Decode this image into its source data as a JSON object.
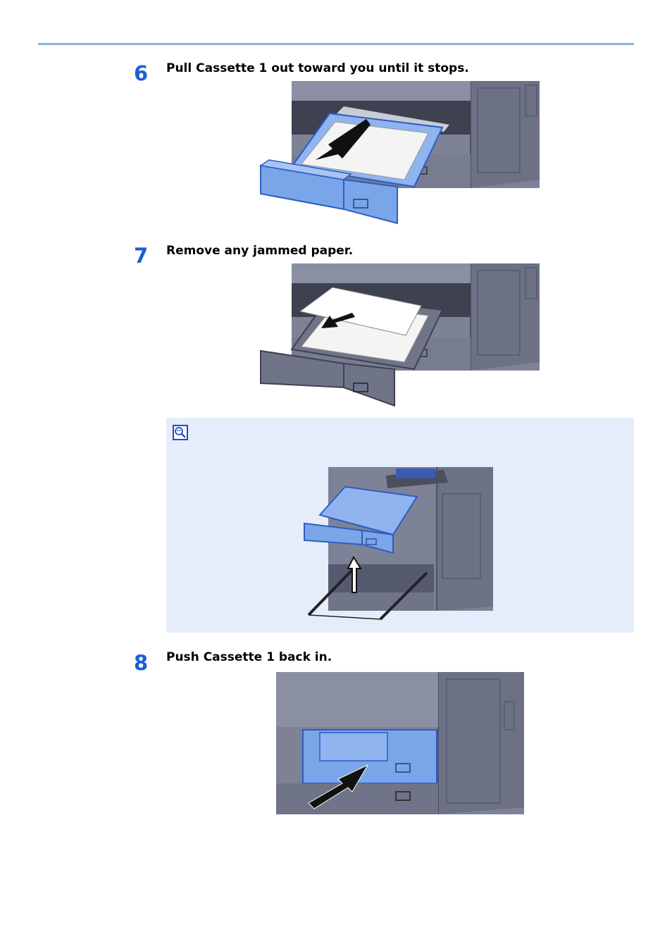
{
  "steps": [
    {
      "number": "6",
      "text": "Pull Cassette 1 out toward you until it stops."
    },
    {
      "number": "7",
      "text": "Remove any jammed paper."
    },
    {
      "number": "8",
      "text": "Push Cassette 1 back in."
    }
  ],
  "note": {
    "icon": "note-icon"
  },
  "colors": {
    "step_number": "#1a5fd6",
    "rule": "#8ab0e8",
    "note_background": "#e6edfa",
    "machine_body": "#7d8297",
    "cassette_highlight": "#7aa5e8"
  }
}
